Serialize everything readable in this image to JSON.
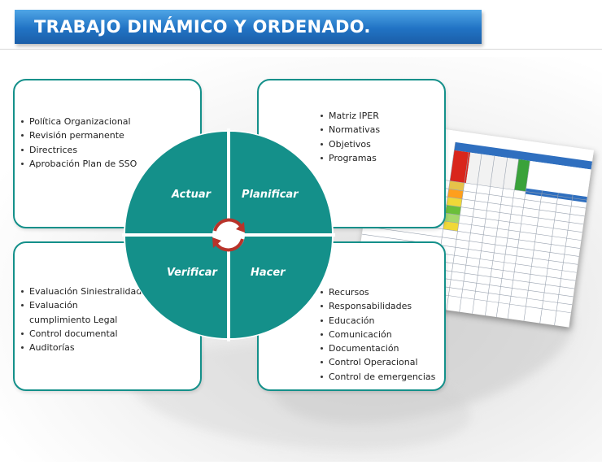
{
  "header": {
    "title": "TRABAJO DINÁMICO Y ORDENADO."
  },
  "cycle": {
    "actuar": "Actuar",
    "planificar": "Planificar",
    "verificar": "Verificar",
    "hacer": "Hacer"
  },
  "boxes": {
    "actuar": [
      "Política Organizacional",
      "Revisión permanente",
      "Directrices",
      "Aprobación Plan de SSO"
    ],
    "planificar": [
      "Matriz IPER",
      "Normativas",
      "Objetivos",
      "Programas"
    ],
    "verificar": [
      "Evaluación Siniestralidad",
      "Evaluación cumplimiento Legal",
      "Control documental",
      "Auditorías"
    ],
    "hacer": [
      "Recursos",
      "Responsabilidades",
      "Educación",
      "Comunicación",
      "Documentación",
      "Control Operacional",
      "Control de emergencias"
    ]
  },
  "colors": {
    "teal": "#14908a",
    "header_blue": "#2173c4",
    "arrow_red": "#b8332a"
  }
}
